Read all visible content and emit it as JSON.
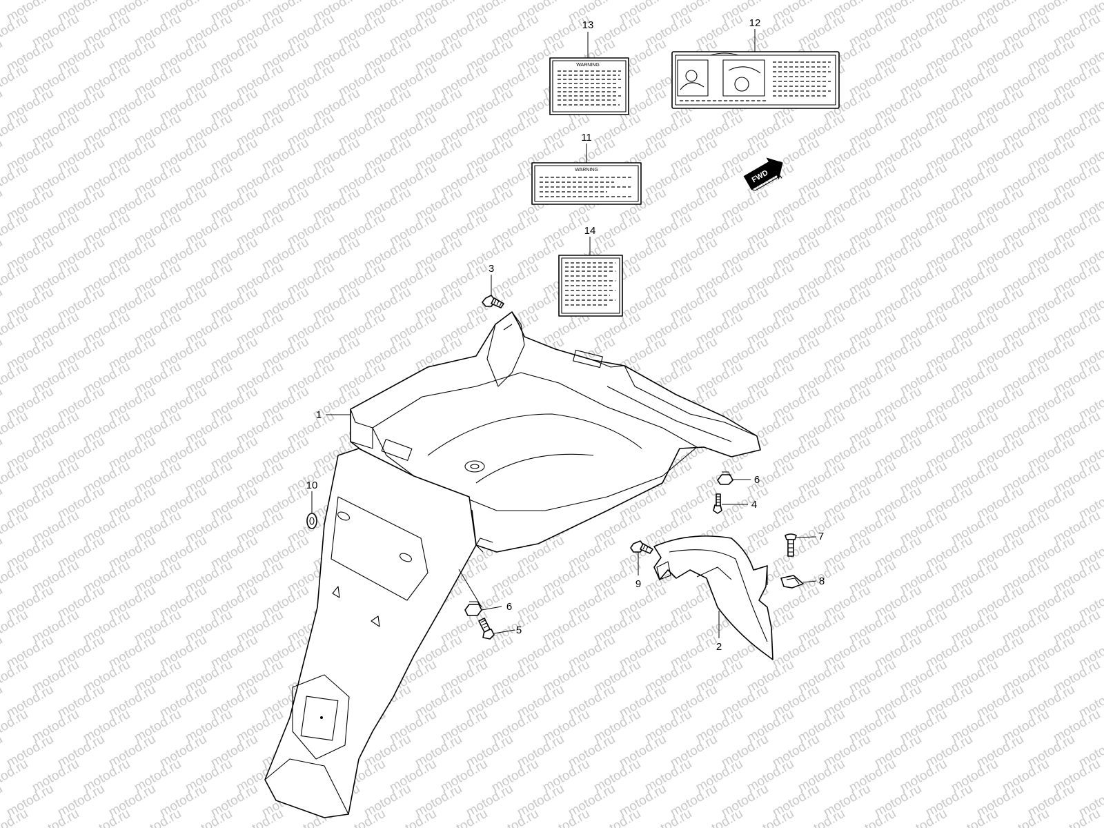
{
  "watermark": {
    "text": "motod.ru",
    "color": "#c8c8c8"
  },
  "fwd_badge": {
    "text": "FWD"
  },
  "labels": {
    "label_13_heading": "WARNING",
    "label_11_heading": "WARNING"
  },
  "callouts": [
    {
      "id": "callout-1",
      "number": "1"
    },
    {
      "id": "callout-2",
      "number": "2"
    },
    {
      "id": "callout-3",
      "number": "3"
    },
    {
      "id": "callout-4",
      "number": "4"
    },
    {
      "id": "callout-5",
      "number": "5"
    },
    {
      "id": "callout-6a",
      "number": "6"
    },
    {
      "id": "callout-6b",
      "number": "6"
    },
    {
      "id": "callout-7",
      "number": "7"
    },
    {
      "id": "callout-8",
      "number": "8"
    },
    {
      "id": "callout-9",
      "number": "9"
    },
    {
      "id": "callout-10",
      "number": "10"
    },
    {
      "id": "callout-11",
      "number": "11"
    },
    {
      "id": "callout-12",
      "number": "12"
    },
    {
      "id": "callout-13",
      "number": "13"
    },
    {
      "id": "callout-14",
      "number": "14"
    }
  ]
}
